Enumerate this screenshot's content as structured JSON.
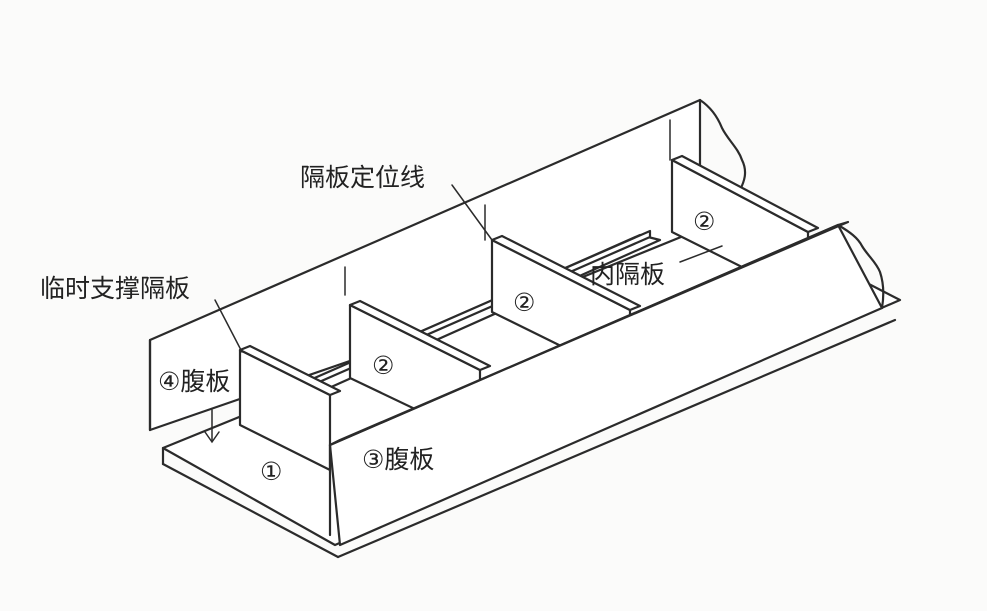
{
  "labels": {
    "positioning_line": "隔板定位线",
    "temp_support": "临时支撑隔板",
    "web_plate_4": "④腹板",
    "web_plate_3": "③腹板",
    "inner_diaphragm": "内隔板",
    "part_1": "①",
    "part_2a": "②",
    "part_2b": "②",
    "part_2c": "②"
  },
  "colors": {
    "line": "#2b2b2b",
    "background": "#fbfbfa"
  },
  "icons": {
    "arrow": "down-arrow-icon"
  }
}
